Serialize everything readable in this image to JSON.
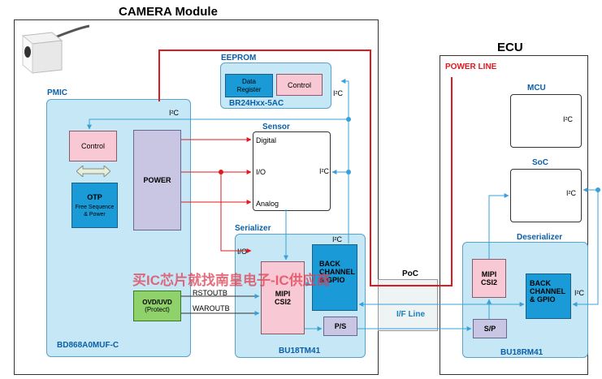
{
  "camera": {
    "title": "CAMERA Module"
  },
  "ecu": {
    "title": "ECU",
    "power_line": "POWER LINE",
    "mcu": "MCU",
    "mcu_i2c": "I²C",
    "soc": "SoC",
    "soc_i2c": "I²C"
  },
  "eeprom": {
    "title": "EEPROM",
    "data_register": "Data Register",
    "control": "Control",
    "part": "BR24Hxx-5AC",
    "i2c": "I²C"
  },
  "pmic": {
    "title": "PMIC",
    "i2c": "I²C",
    "control": "Control",
    "power": "POWER",
    "otp": "OTP",
    "otp_desc": "Free Sequence & Power",
    "ovd": "OVD/UVD",
    "ovd_sub": "(Protect)",
    "part": "BD868A0MUF-C",
    "rstoutb": "RSTOUTB",
    "waroutb": "WAROUTB"
  },
  "sensor": {
    "title": "Sensor",
    "digital": "Digital",
    "io": "I/O",
    "analog": "Analog",
    "i2c": "I²C"
  },
  "serializer": {
    "title": "Serializer",
    "io": "I/O",
    "i2c": "I²C",
    "mipi": "MIPI CSI2",
    "back_channel": "BACK CHANNEL & GPIO",
    "ps": "P/S",
    "part": "BU18TM41"
  },
  "link": {
    "poc": "PoC",
    "if_line": "I/F Line"
  },
  "deserializer": {
    "title": "Deserializer",
    "mipi": "MIPI CSI2",
    "back_channel": "BACK CHANNEL & GPIO",
    "sp": "S/P",
    "i2c": "I²C",
    "part": "BU18RM41"
  },
  "watermark": "买IC芯片就找南皇电子-IC供应商",
  "colors": {
    "light_blue": "#c6e7f5",
    "blue": "#1a9bd7",
    "pink": "#f8c9d4",
    "lavender": "#c8c6e2",
    "green": "#8fd16a",
    "red": "#e0191e",
    "line_blue": "#3aa0d8"
  }
}
